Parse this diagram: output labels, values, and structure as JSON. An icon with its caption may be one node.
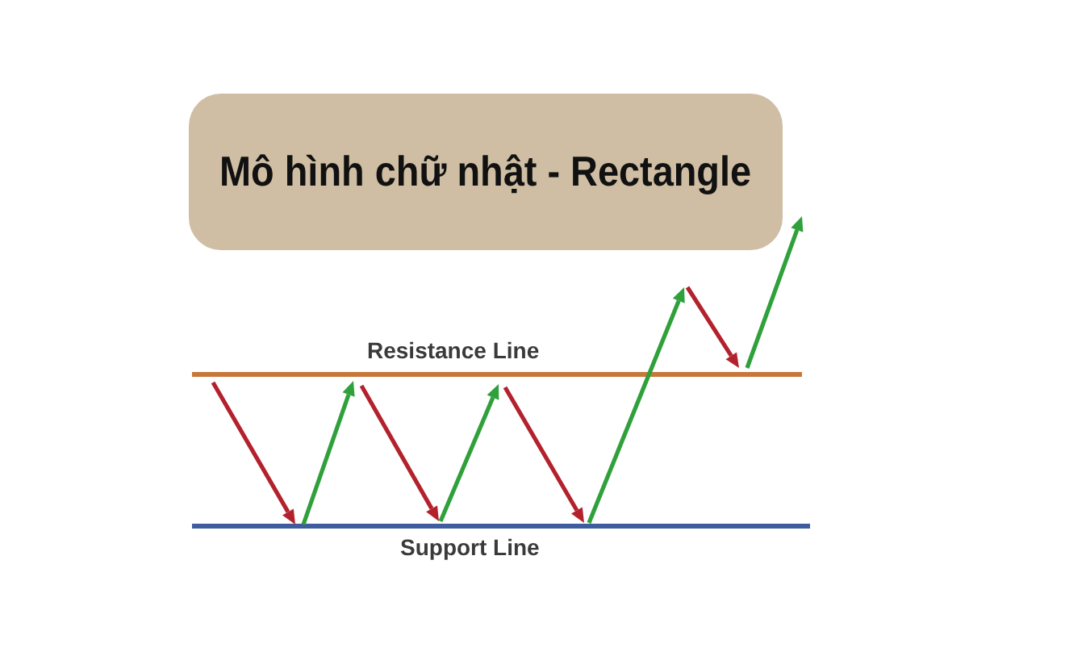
{
  "diagram": {
    "title": "Mô hình chữ nhật - Rectangle",
    "labels": [
      "Resistance Line",
      "Support Line"
    ]
  }
}
